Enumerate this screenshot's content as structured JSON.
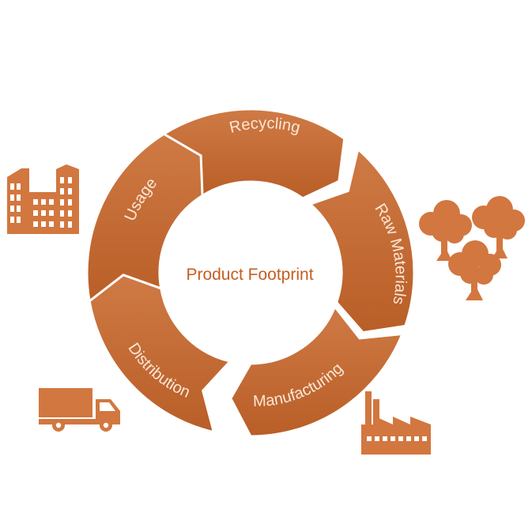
{
  "diagram": {
    "center_title": "Product Footprint",
    "stages": [
      {
        "label": "Recycling"
      },
      {
        "label": "Raw Materials"
      },
      {
        "label": "Manufacturing"
      },
      {
        "label": "Distribution"
      },
      {
        "label": "Usage"
      }
    ],
    "colors": {
      "segment": "#c56a33",
      "segment_dark": "#a8531f",
      "label": "#fbe7d6",
      "center_text": "#c45f21",
      "icon": "#d2773f"
    },
    "icons": [
      "buildings-icon",
      "trees-icon",
      "factory-icon",
      "truck-icon"
    ]
  }
}
